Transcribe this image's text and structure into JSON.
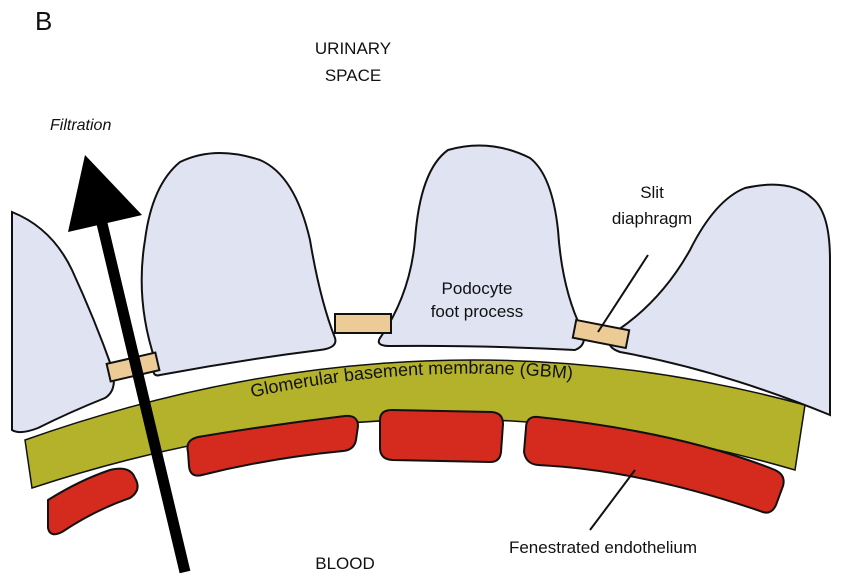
{
  "panel_letter": "B",
  "labels": {
    "urinary_space_line1": "URINARY",
    "urinary_space_line2": "SPACE",
    "filtration": "Filtration",
    "slit_diaphragm_line1": "Slit",
    "slit_diaphragm_line2": "diaphragm",
    "podocyte_line1": "Podocyte",
    "podocyte_line2": "foot process",
    "gbm": "Glomerular basement membrane (GBM)",
    "endothelium": "Fenestrated endothelium",
    "blood": "BLOOD"
  },
  "colors": {
    "podocyte_fill": "#dfe3f2",
    "gbm_fill": "#b3b22a",
    "endothelium_fill": "#d52a1e",
    "slit_fill": "#eccb96",
    "outline": "#111111",
    "arrow": "#000000"
  }
}
